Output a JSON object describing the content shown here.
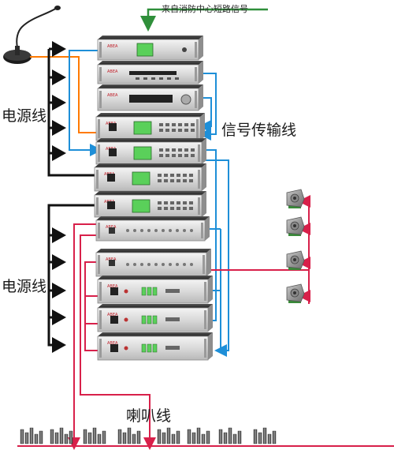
{
  "labels": {
    "fire_signal": "来自消防中心短路信号",
    "power_top": "电源线",
    "signal_line": "信号传输线",
    "power_bottom": "电源线",
    "speaker_line": "喇叭线"
  },
  "brand": "ABEA",
  "colors": {
    "power_line": "#111111",
    "signal_line": "#1e8fd8",
    "speaker_line": "#d8204a",
    "mic_line": "#ff7a00",
    "fire_line": "#2f8f3a",
    "panel": "#dcdcdc",
    "lcd": "#5ad05a"
  },
  "rack_units": [
    {
      "name": "rack-unit-1",
      "kind": "mic-preamp"
    },
    {
      "name": "rack-unit-2",
      "kind": "cd-player"
    },
    {
      "name": "rack-unit-3",
      "kind": "tuner"
    },
    {
      "name": "rack-unit-4",
      "kind": "controller"
    },
    {
      "name": "rack-unit-5",
      "kind": "controller"
    },
    {
      "name": "rack-unit-6",
      "kind": "controller"
    },
    {
      "name": "rack-unit-7",
      "kind": "controller"
    },
    {
      "name": "rack-unit-8",
      "kind": "zone-selector"
    },
    {
      "name": "rack-unit-9",
      "kind": "zone-selector"
    },
    {
      "name": "rack-unit-10",
      "kind": "amplifier"
    },
    {
      "name": "rack-unit-11",
      "kind": "amplifier"
    },
    {
      "name": "rack-unit-12",
      "kind": "amplifier"
    }
  ],
  "icons": [
    "microphone-icon",
    "power-arrow-icon",
    "horn-speaker-icon",
    "column-speaker-icon"
  ]
}
